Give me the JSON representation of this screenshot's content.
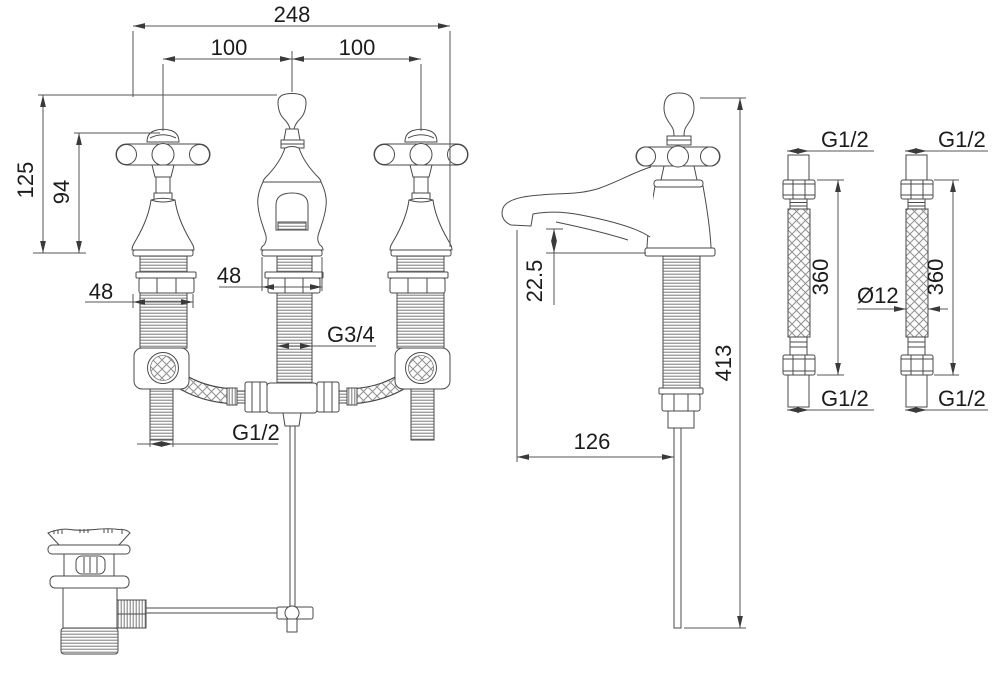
{
  "palette": {
    "background": "#ffffff",
    "line": "#4a4a4a",
    "text": "#1c1c1c"
  },
  "front": {
    "overall_width": "248",
    "pitch_left": "100",
    "pitch_right": "100",
    "height_spout_handle": "125",
    "height_valve_handle": "94",
    "base_width_valve": "48",
    "base_width_spout": "48",
    "thread_spout": "G3/4",
    "thread_valve_tail": "G1/2"
  },
  "side": {
    "outlet_height": "22.5",
    "overall_height": "413",
    "projection": "126"
  },
  "hose": {
    "thread_top_a": "G1/2",
    "thread_top_b": "G1/2",
    "thread_bottom_a": "G1/2",
    "thread_bottom_b": "G1/2",
    "length_a": "360",
    "length_b": "360",
    "diameter": "Ø12"
  }
}
